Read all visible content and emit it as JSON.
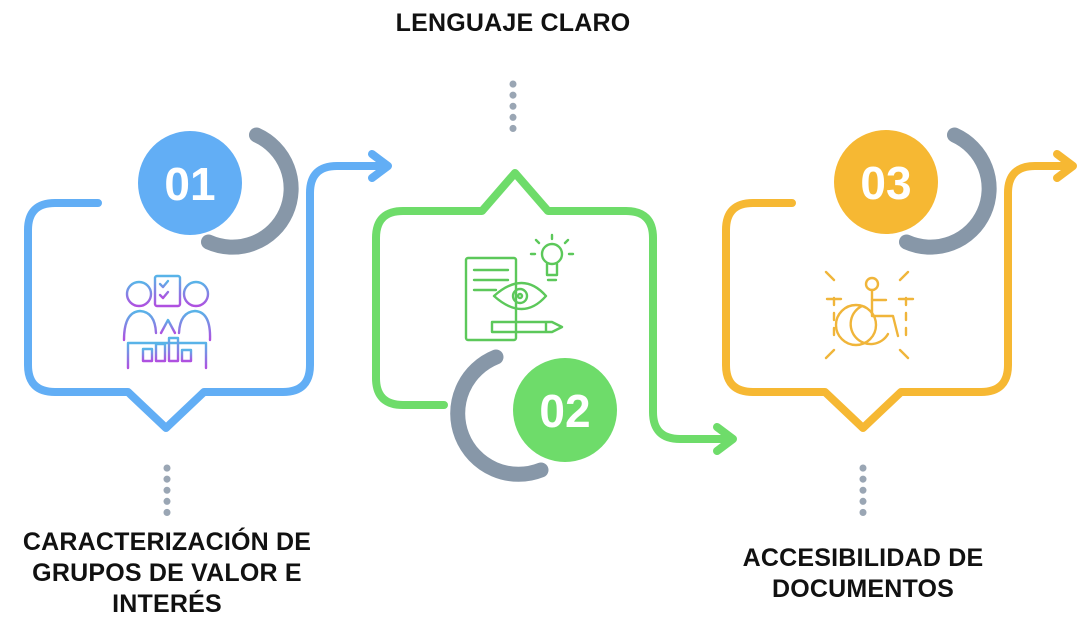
{
  "steps": [
    {
      "number": "01",
      "label": "CARACTERIZACIÓN DE GRUPOS DE VALOR E INTERÉS",
      "color": "#62AEF5",
      "icon": "team-checklist-icon"
    },
    {
      "number": "02",
      "label": "LENGUAJE CLARO",
      "color": "#6EDC6A",
      "icon": "document-eye-idea-icon"
    },
    {
      "number": "03",
      "label": "ACCESIBILIDAD DE DOCUMENTOS",
      "color": "#F6B833",
      "icon": "wheelchair-accessibility-icon"
    }
  ],
  "accent_gray": "#8797A8"
}
